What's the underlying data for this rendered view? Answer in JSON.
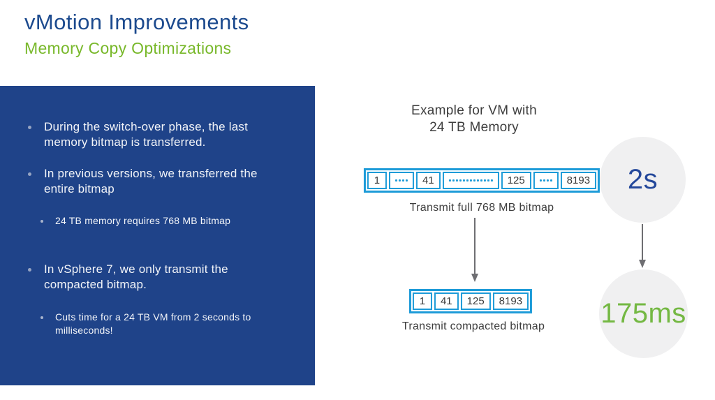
{
  "slide": {
    "title": "vMotion Improvements",
    "subtitle": "Memory Copy Optimizations"
  },
  "panel": {
    "bullets": [
      {
        "level": 1,
        "text": "During the switch-over phase, the last memory bitmap is transferred."
      },
      {
        "level": 1,
        "text": "In previous versions, we transferred the entire bitmap"
      },
      {
        "level": 2,
        "text": "24 TB memory requires 768 MB bitmap"
      },
      {
        "level": 1,
        "text": "In vSphere 7, we only transmit the compacted bitmap."
      },
      {
        "level": 2,
        "text": "Cuts time for a 24 TB VM from 2 seconds to milliseconds!"
      }
    ]
  },
  "diagram": {
    "heading_line1": "Example for VM with",
    "heading_line2": "24 TB Memory",
    "full_bitmap": {
      "cells": [
        {
          "text": "1"
        },
        {
          "dots": 4
        },
        {
          "text": "41"
        },
        {
          "dots": 13
        },
        {
          "text": "125"
        },
        {
          "dots": 4
        },
        {
          "text": "8193"
        }
      ],
      "label": "Transmit full 768 MB bitmap"
    },
    "compacted_bitmap": {
      "cells": [
        {
          "text": "1"
        },
        {
          "text": "41"
        },
        {
          "text": "125"
        },
        {
          "text": "8193"
        }
      ],
      "label": "Transmit compacted bitmap"
    }
  },
  "timing": {
    "before": "2s",
    "after": "175ms"
  },
  "colors": {
    "title_blue": "#1c4a8e",
    "accent_green": "#78b82a",
    "panel_blue": "#1f4389",
    "bitmap_border_blue": "#1d9bd8",
    "arrow_gray": "#6e6e72",
    "circle_gray": "#f0f0f1",
    "time_before_blue": "#24489b",
    "time_after_green": "#74b843"
  }
}
